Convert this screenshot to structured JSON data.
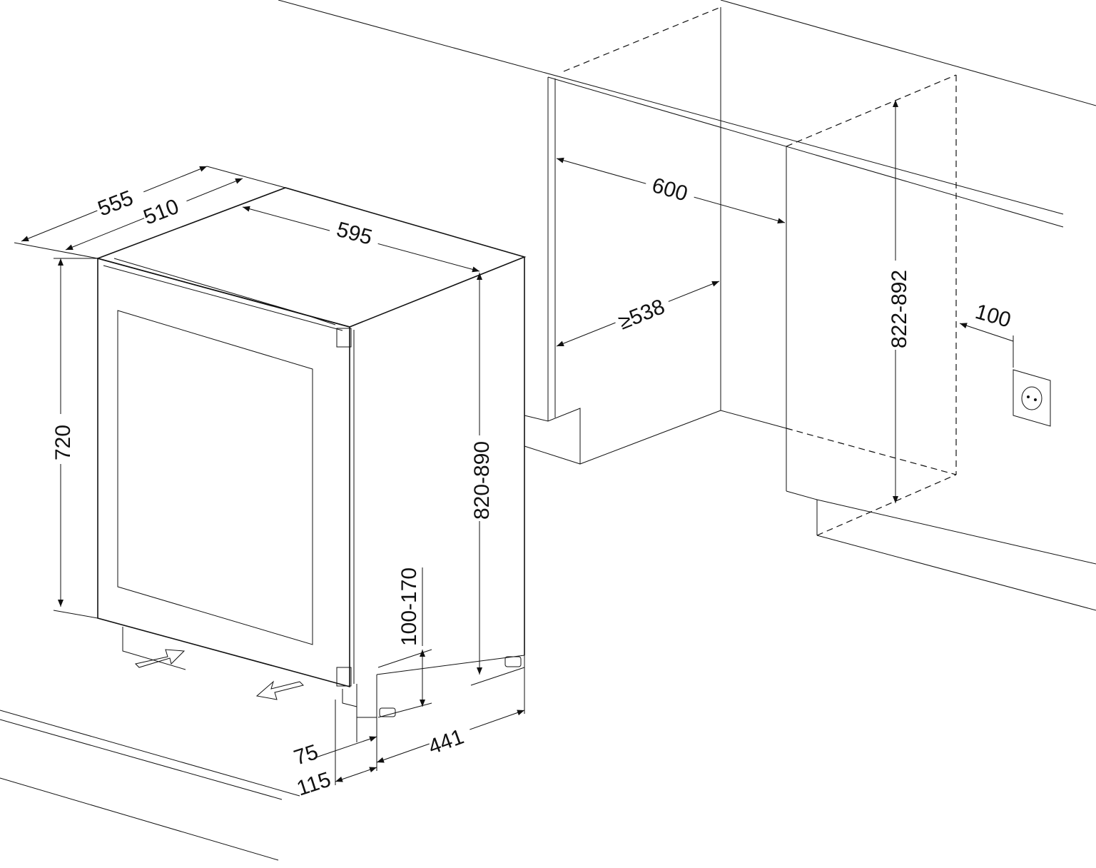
{
  "diagram": {
    "title": "Built-in installation dimensions (mm)",
    "labels": {
      "depth_total": "555",
      "depth_body": "510",
      "width": "595",
      "body_height": "720",
      "total_height": "820-890",
      "plinth_height": "100-170",
      "plinth_setback": "75",
      "plinth_offset": "115",
      "foot_depth": "441",
      "niche_width": "600",
      "niche_min_depth": "≥538",
      "niche_height": "822-892",
      "socket_offset": "100"
    },
    "colors": {
      "line": "#111111",
      "background": "#ffffff"
    }
  }
}
